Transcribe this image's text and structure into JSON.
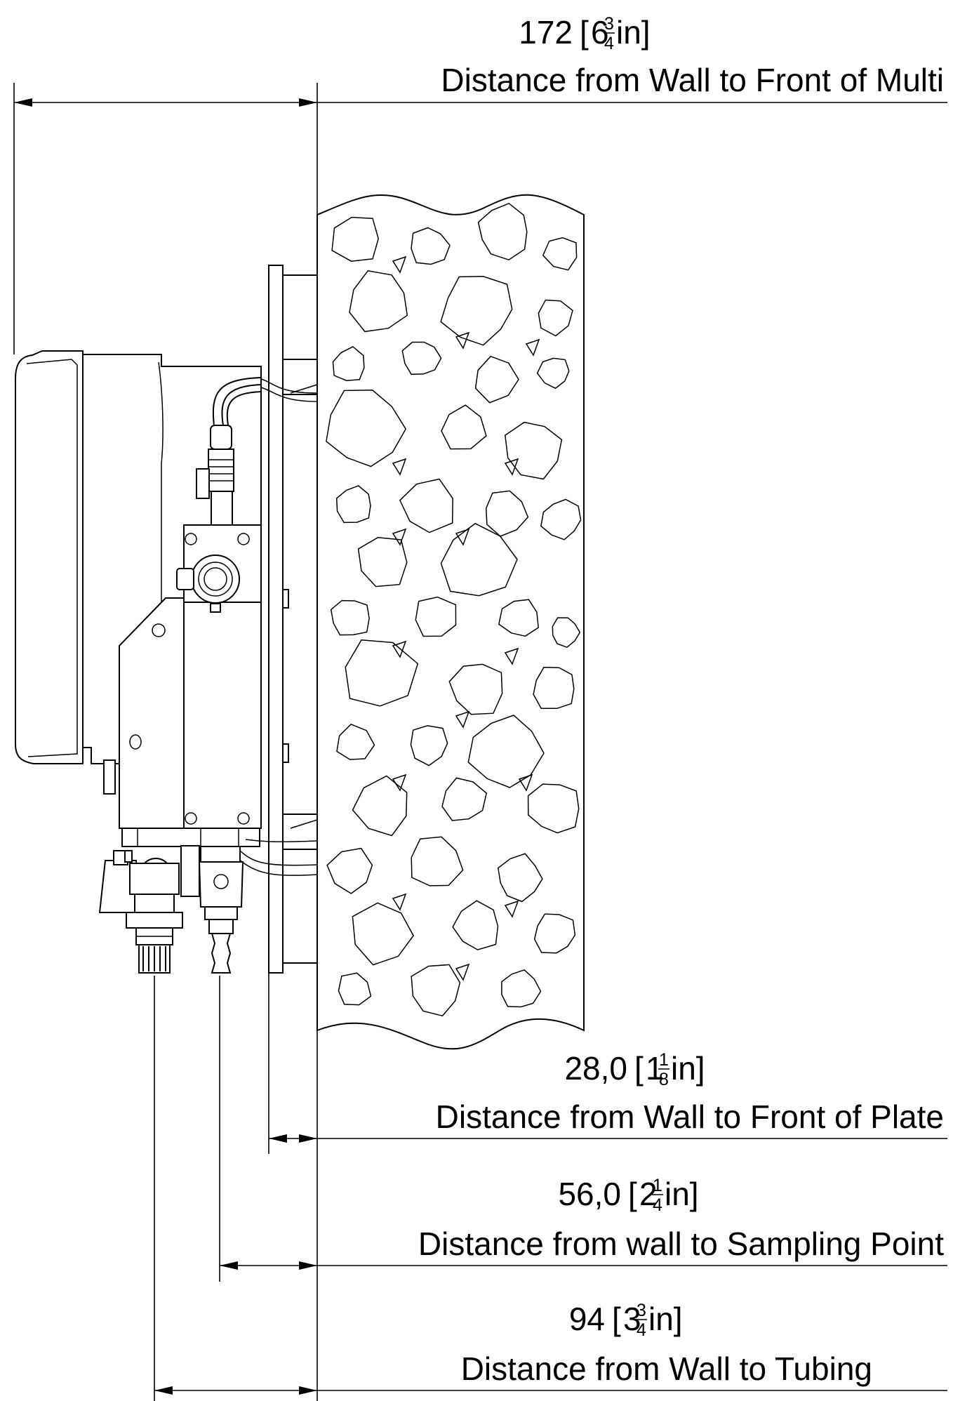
{
  "dimensions": [
    {
      "id": "front-of-multi",
      "value": "172",
      "unit_open": "[",
      "whole": "6",
      "numerator": "3",
      "denominator": "4",
      "unit_close": " in]",
      "label": "Distance from Wall to Front of Multi"
    },
    {
      "id": "front-of-plate",
      "value": "28,0",
      "unit_open": "[",
      "whole": "1",
      "numerator": "1",
      "denominator": "8",
      "unit_close": " in]",
      "label": "Distance from Wall to Front of Plate"
    },
    {
      "id": "sampling-point",
      "value": "56,0",
      "unit_open": "[",
      "whole": "2",
      "numerator": "1",
      "denominator": "4",
      "unit_close": " in]",
      "label": "Distance from wall to Sampling Point"
    },
    {
      "id": "tubing",
      "value": "94",
      "unit_open": "[",
      "whole": "3",
      "numerator": "3",
      "denominator": "4",
      "unit_close": " in]",
      "label": "Distance from Wall to Tubing"
    }
  ]
}
